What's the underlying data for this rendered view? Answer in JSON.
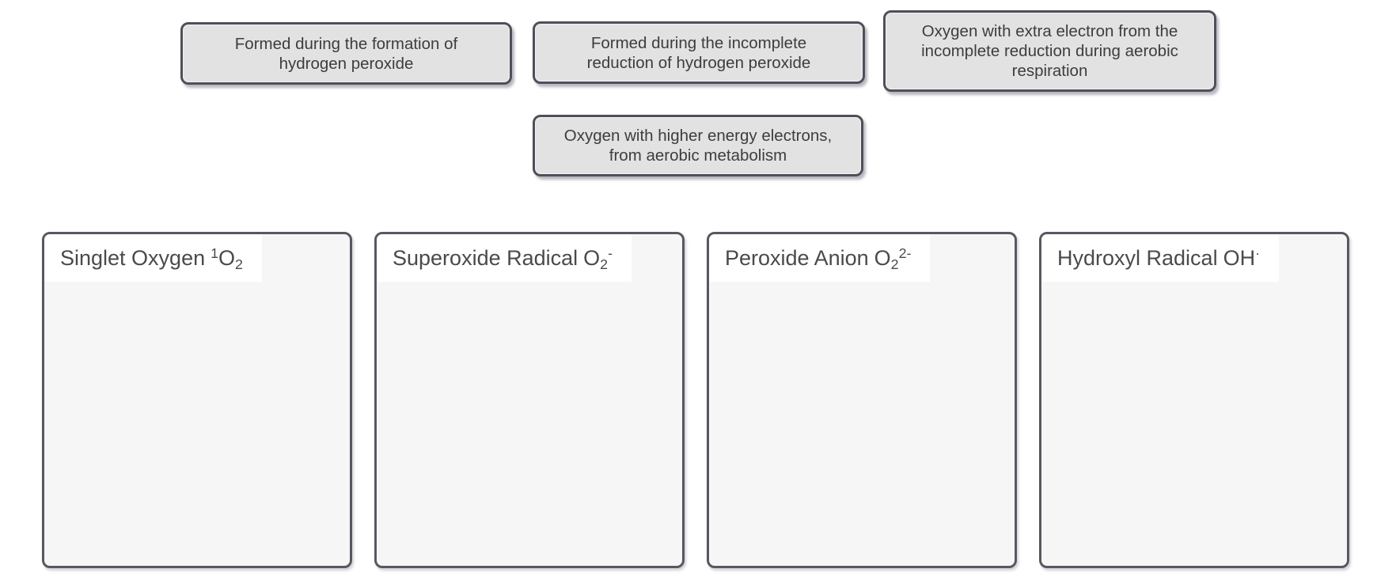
{
  "theme": {
    "page_bg": "#ffffff",
    "card_bg": "#e2e2e3",
    "card_border": "#4f4f5a",
    "bin_bg": "#f6f6f6",
    "bin_border": "#585862",
    "bin_label_bg": "#ffffff",
    "text_color": "#3d3d3d"
  },
  "cards": [
    {
      "lines": [
        "Formed during the formation of",
        "hydrogen peroxide"
      ]
    },
    {
      "lines": [
        "Formed during the incomplete",
        "reduction of hydrogen peroxide"
      ]
    },
    {
      "lines": [
        "Oxygen with extra electron from the",
        "incomplete reduction during aerobic",
        "respiration"
      ]
    },
    {
      "lines": [
        "Oxygen with higher energy electrons,",
        "from aerobic metabolism"
      ]
    }
  ],
  "bins": [
    {
      "name": "Singlet Oxygen",
      "formula": {
        "sup_pre": "1",
        "base": "O",
        "sub": "2"
      }
    },
    {
      "name": "Superoxide Radical",
      "formula": {
        "base": "O",
        "sub": "2",
        "sup_post": "-"
      }
    },
    {
      "name": "Peroxide Anion",
      "formula": {
        "base": "O",
        "sub": "2",
        "sup_post": "2-"
      }
    },
    {
      "name": "Hydroxyl Radical",
      "formula": {
        "base": "OH",
        "sup_post": "·"
      }
    }
  ]
}
